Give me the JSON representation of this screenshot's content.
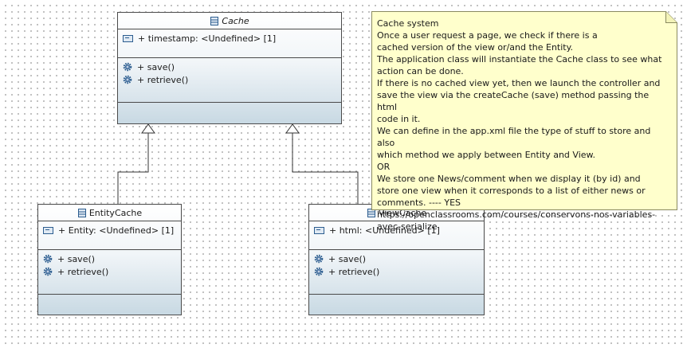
{
  "diagram": {
    "classes": {
      "cache": {
        "name": "Cache",
        "attributes": [
          "+ timestamp: <Undefined> [1]"
        ],
        "operations": [
          "+ save()",
          "+ retrieve()"
        ]
      },
      "entity_cache": {
        "name": "EntityCache",
        "attributes": [
          "+ Entity: <Undefined> [1]"
        ],
        "operations": [
          "+ save()",
          "+ retrieve()"
        ]
      },
      "view_cache": {
        "name": "ViewCache",
        "attributes": [
          "+ html: <Undefined> [1]"
        ],
        "operations": [
          "+ save()",
          "+ retrieve()"
        ]
      }
    },
    "note": {
      "text": "Cache system\nOnce a user request a page, we check if there is a\ncached version of the view or/and the Entity.\nThe application class will instantiate the Cache class to see what\naction can be done.\nIf there is no cached view yet, then we launch the controller and\nsave the view via the createCache (save) method passing the html\ncode in it.\nWe can define in the app.xml file the type of stuff to store and also\nwhich method we apply between Entity and View.\nOR\nWe store one News/comment when we display it (by id) and\nstore one view when it corresponds to a list of either news or\ncomments. ---- YES\nhttps://openclassrooms.com/courses/conservons-nos-variables-\navec-serialize"
    },
    "icons": {
      "class": "class-icon",
      "attribute": "attribute-icon",
      "operation": "operation-gear-icon"
    },
    "colors": {
      "class_fill_top": "#ffffff",
      "class_fill_bottom": "#c8d9e3",
      "class_border": "#4a4a4a",
      "note_fill": "#ffffcc",
      "note_border": "#8a8a60",
      "connector": "#333333"
    }
  }
}
